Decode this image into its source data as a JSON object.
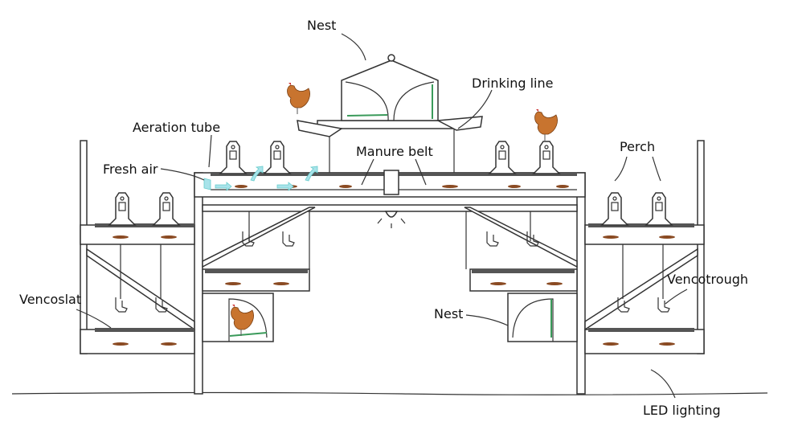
{
  "labels": {
    "nest_top": "Nest",
    "drinking_line": "Drinking line",
    "aeration_tube": "Aeration tube",
    "fresh_air": "Fresh air",
    "manure_belt": "Manure belt",
    "perch": "Perch",
    "vencoslat": "Vencoslat",
    "vencotrough": "Vencotrough",
    "nest_lower": "Nest",
    "led_lighting": "LED lighting"
  },
  "colors": {
    "hen": "#c8742f",
    "air_flow": "#a8e3ea",
    "manure": "#8a4a22",
    "nest_panel": "#3a9a5a"
  }
}
